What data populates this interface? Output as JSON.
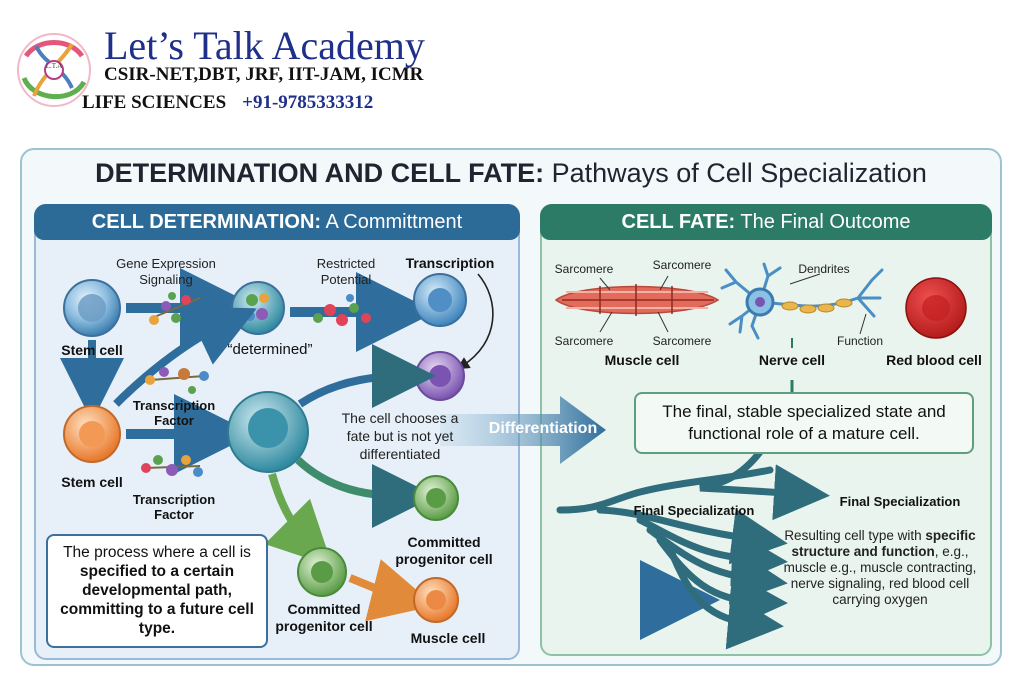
{
  "header": {
    "title": "Let’s Talk Academy",
    "line2": "CSIR-NET,DBT, JRF, IIT-JAM, ICMR",
    "line3": "LIFE SCIENCES",
    "phone": "+91-9785333312",
    "logo_text": "L.T.A"
  },
  "main_title": {
    "bold": "DETERMINATION AND CELL FATE:",
    "rest": " Pathways of Cell Specialization"
  },
  "left_panel": {
    "title_bold": "CELL DETERMINATION:",
    "title_rest": " A Committment",
    "gene_expression": "Gene Expression",
    "signaling": "Signaling",
    "restricted": "Restricted",
    "potential": "Potential",
    "transcription": "Transcription",
    "stem_cell_1": "Stem cell",
    "stem_cell_2": "Stem cell",
    "determined": "“determined”",
    "tf1_line1": "Transcription",
    "tf1_line2": "Factor",
    "tf2_line1": "Transcription",
    "tf2_line2": "Factor",
    "choice_line1": "The cell chooses a",
    "choice_line2": "fate but is not yet",
    "choice_line3": "differentiated",
    "committed_1_line1": "Committed",
    "committed_1_line2": "progenitor cell",
    "committed_2_line1": "Committed",
    "committed_2_line2": "progenitor cell",
    "muscle_cell": "Muscle cell",
    "definition": {
      "p1": "The process where a cell is ",
      "b1": "specified to a certain developmental path, committing to a future cell type."
    }
  },
  "differentiation_label": "Differentiation",
  "right_panel": {
    "title_bold": "CELL FATE:",
    "title_rest": " The Final Outcome",
    "sarcomere_tl": "Sarcomere",
    "sarcomere_tr": "Sarcomere",
    "sarcomere_bl": "Sarcomere",
    "sarcomere_br": "Sarcomere",
    "dendrites": "Dendrites",
    "function": "Function",
    "muscle_cell": "Muscle cell",
    "nerve_cell": "Nerve cell",
    "rbc": "Red blood cell",
    "final_box": "The final, stable specialized state and functional role of a mature cell.",
    "final_spec_1": "Final Specialization",
    "final_spec_2": "Final Specialization",
    "result": {
      "p1": "Resulting cell type with ",
      "b1": "specific structure and function",
      "p2": ", e.g., muscle e.g., muscle contracting, nerve signaling, red blood cell carrying oxygen"
    }
  },
  "colors": {
    "brand_blue": "#1f2f8a",
    "left_header": "#2c6a97",
    "right_header": "#2c7b66",
    "arrow_blue": "#2f6d9c",
    "arrow_green": "#3e8c6b",
    "arrow_orange": "#e08a3a"
  }
}
